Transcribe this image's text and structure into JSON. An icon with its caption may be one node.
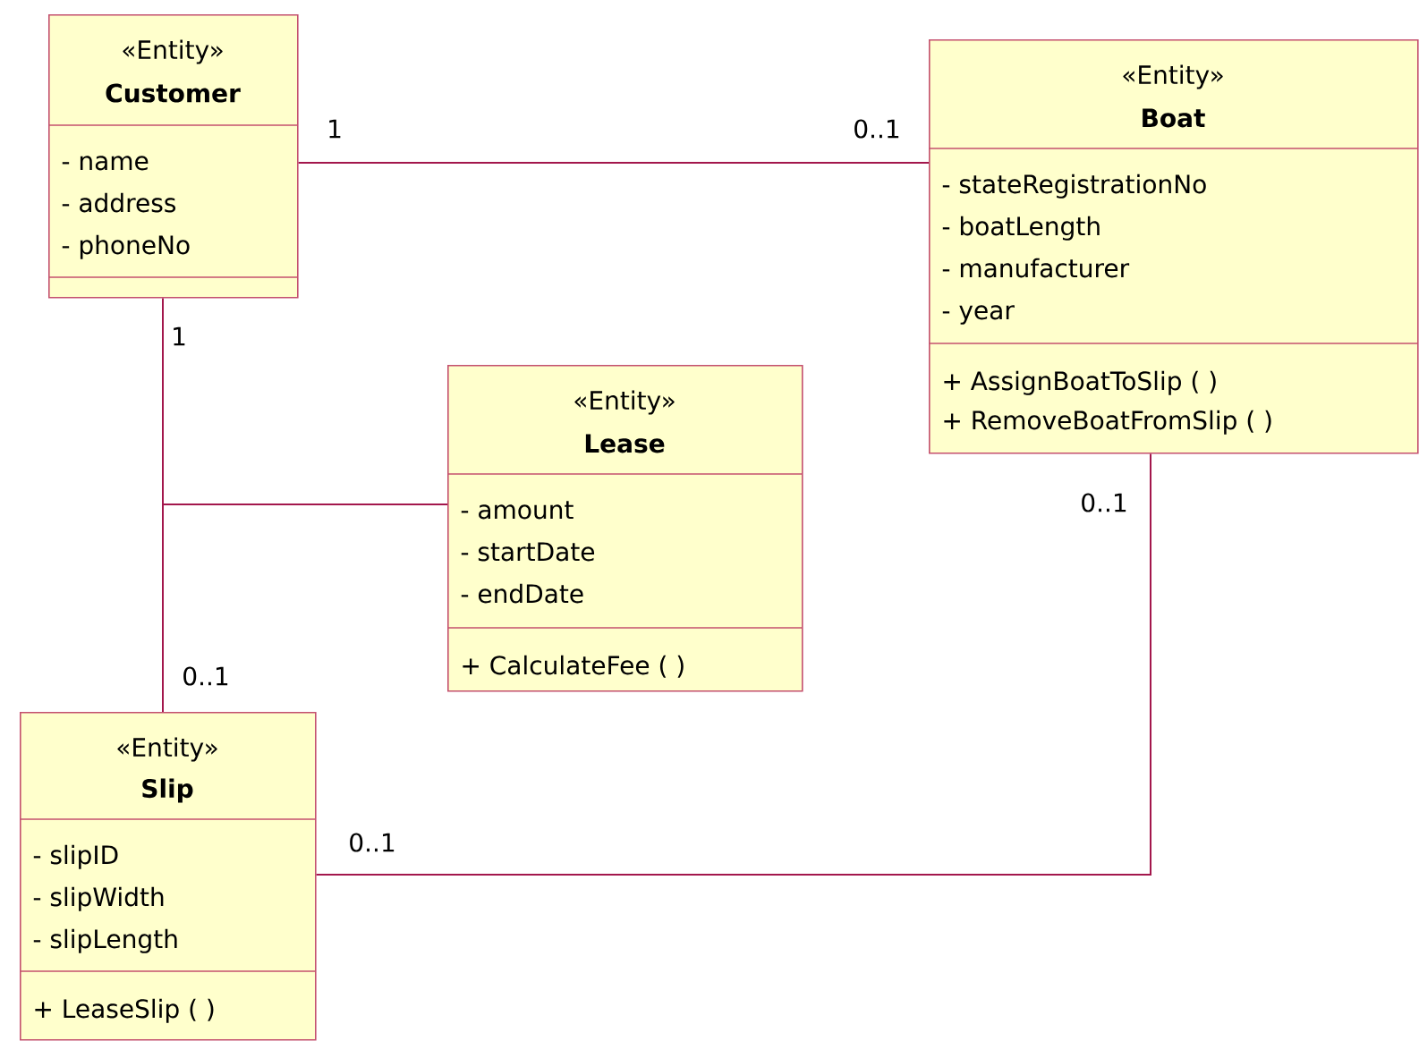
{
  "diagram": {
    "nodes": [
      {
        "text": [
          "«Entity»",
          "Customer",
          "- name",
          "- address",
          "- phoneNo"
        ]
      },
      {
        "text": [
          "«Entity»",
          "Boat",
          "- stateRegistrationNo",
          "- boatLength",
          "- manufacturer",
          "- year",
          "+ AssignBoatToSlip (  )",
          "+ RemoveBoatFromSlip (  )"
        ]
      },
      {
        "text": [
          "«Entity»",
          "Lease",
          "- amount",
          "- startDate",
          "- endDate",
          "+ CalculateFee (  )"
        ]
      },
      {
        "text": [
          "«Entity»",
          "Slip",
          "- slipID",
          "- slipWidth",
          "- slipLength",
          "+ LeaseSlip (  )"
        ]
      }
    ],
    "edges": [
      {
        "from": 0,
        "to": 1,
        "arrow": "none"
      },
      {
        "from": 0,
        "to": 3,
        "arrow": "none"
      },
      {
        "from": 2,
        "to": null,
        "arrow": "none"
      },
      {
        "from": 1,
        "to": 3,
        "arrow": "none"
      }
    ],
    "labels": [
      "1",
      "0..1",
      "1",
      "0..1",
      "0..1",
      "0..1"
    ]
  }
}
